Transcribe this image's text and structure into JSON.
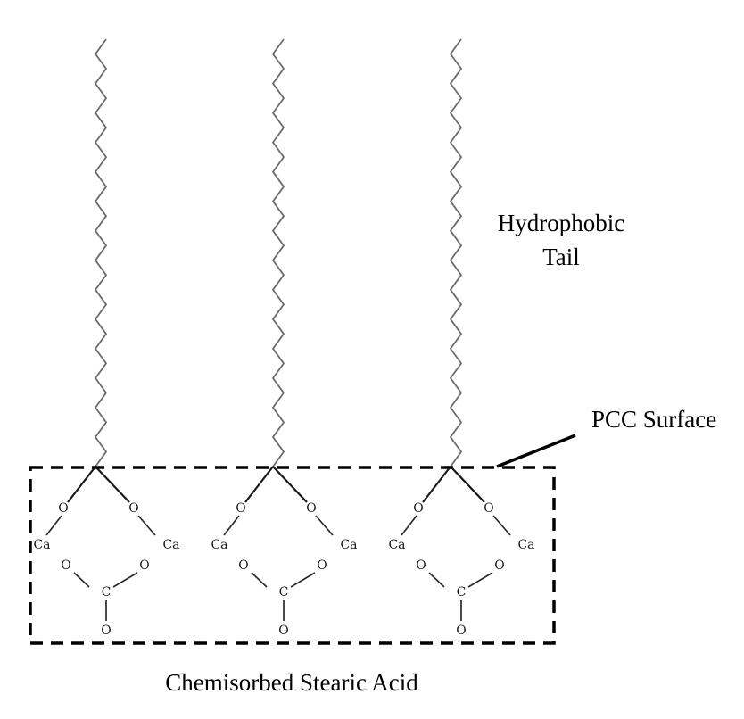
{
  "labels": {
    "tail_line1": "Hydrophobic",
    "tail_line2": "Tail",
    "surface": "PCC Surface",
    "caption": "Chemisorbed Stearic Acid"
  },
  "atoms": {
    "oxygen": "O",
    "calcium": "Ca",
    "carbon": "C"
  },
  "molecule_count": 3,
  "tail_zigzag_segments": 29
}
